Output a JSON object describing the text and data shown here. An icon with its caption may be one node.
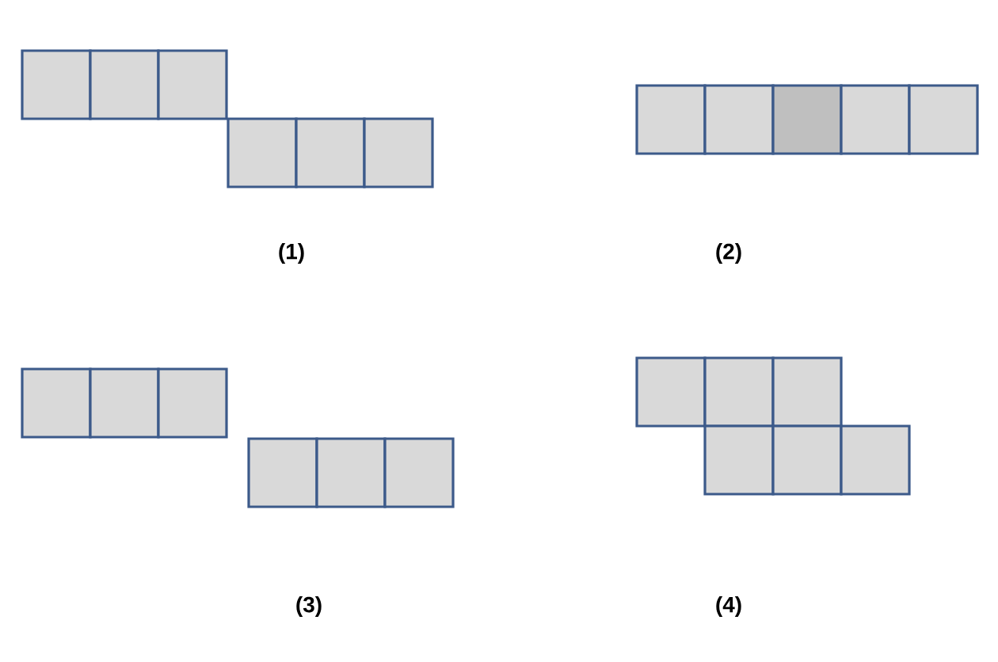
{
  "diagram": {
    "labels": [
      "(1)",
      "(2)",
      "(3)",
      "(4)"
    ]
  }
}
